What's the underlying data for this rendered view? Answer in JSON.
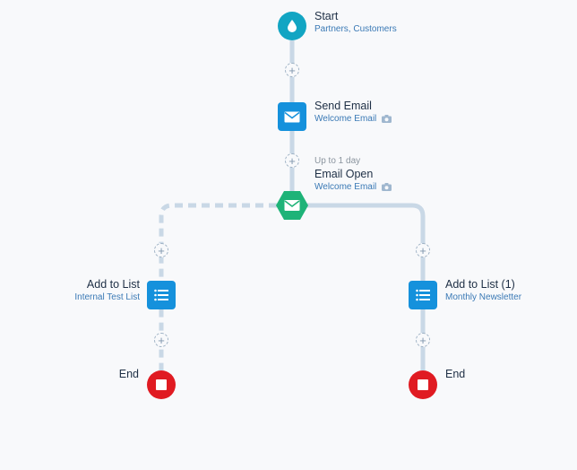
{
  "colors": {
    "connector": "#c9d8e6",
    "start_teal": "#12a5c3",
    "action_blue": "#1591dc",
    "decision_green": "#1eb378",
    "end_red": "#e01b22"
  },
  "nodes": {
    "start": {
      "title": "Start",
      "subtitle": "Partners, Customers",
      "icon": "drop-icon"
    },
    "send_email": {
      "title": "Send Email",
      "subtitle": "Welcome Email",
      "icon": "envelope-icon"
    },
    "email_open": {
      "pre": "Up to 1 day",
      "title": "Email Open",
      "subtitle": "Welcome Email",
      "icon": "envelope-icon"
    },
    "add_list_left": {
      "title": "Add to List",
      "subtitle": "Internal Test List",
      "icon": "list-icon"
    },
    "add_list_right": {
      "title": "Add to List (1)",
      "subtitle": "Monthly Newsletter",
      "icon": "list-icon"
    },
    "end_left": {
      "title": "End",
      "icon": "stop-icon"
    },
    "end_right": {
      "title": "End",
      "icon": "stop-icon"
    }
  },
  "add_step_symbol": "+"
}
